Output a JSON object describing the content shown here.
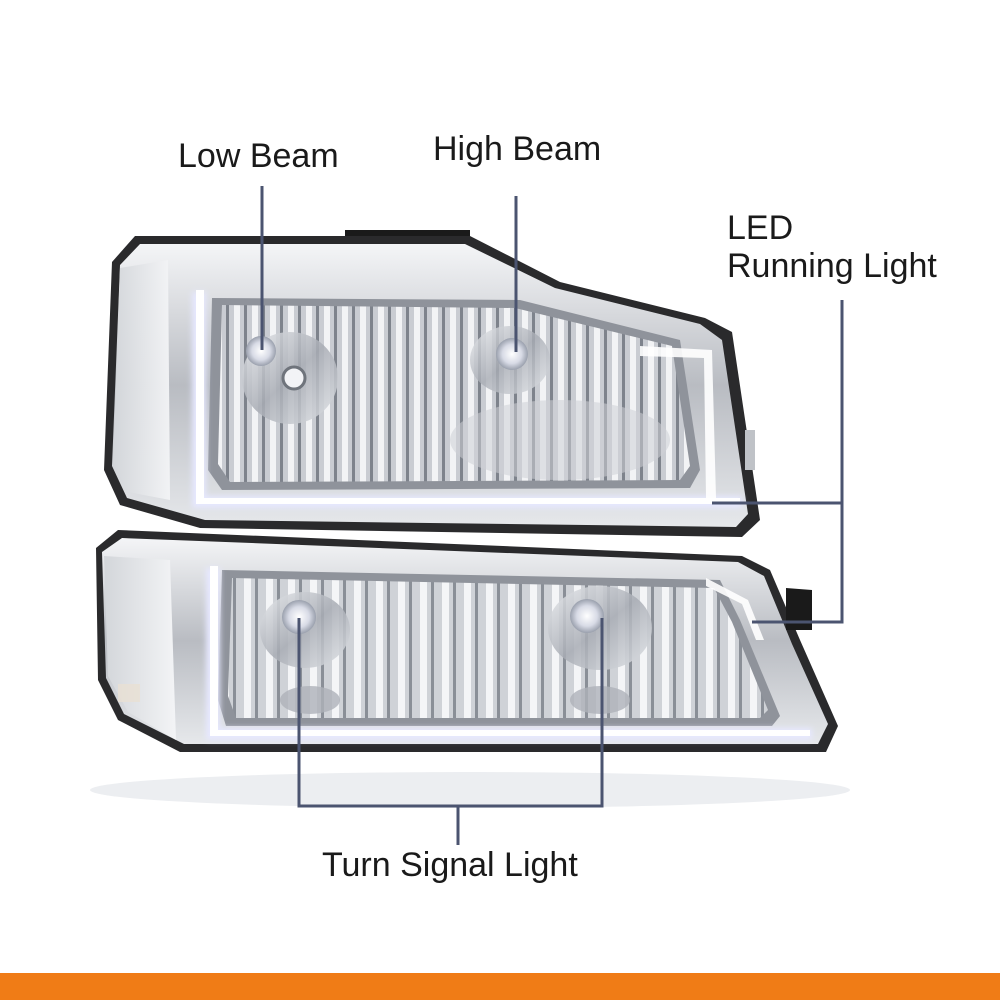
{
  "callouts": {
    "low_beam": "Low Beam",
    "high_beam": "High Beam",
    "led_line1": "LED",
    "led_line2": "Running Light",
    "turn_signal": "Turn Signal Light"
  },
  "colors": {
    "accent": "#f07c16",
    "callout_line": "#4b5470",
    "chrome_dark": "#1c1c1c",
    "chrome_light": "#eef0f2",
    "led_glow": "#fdfdff"
  }
}
